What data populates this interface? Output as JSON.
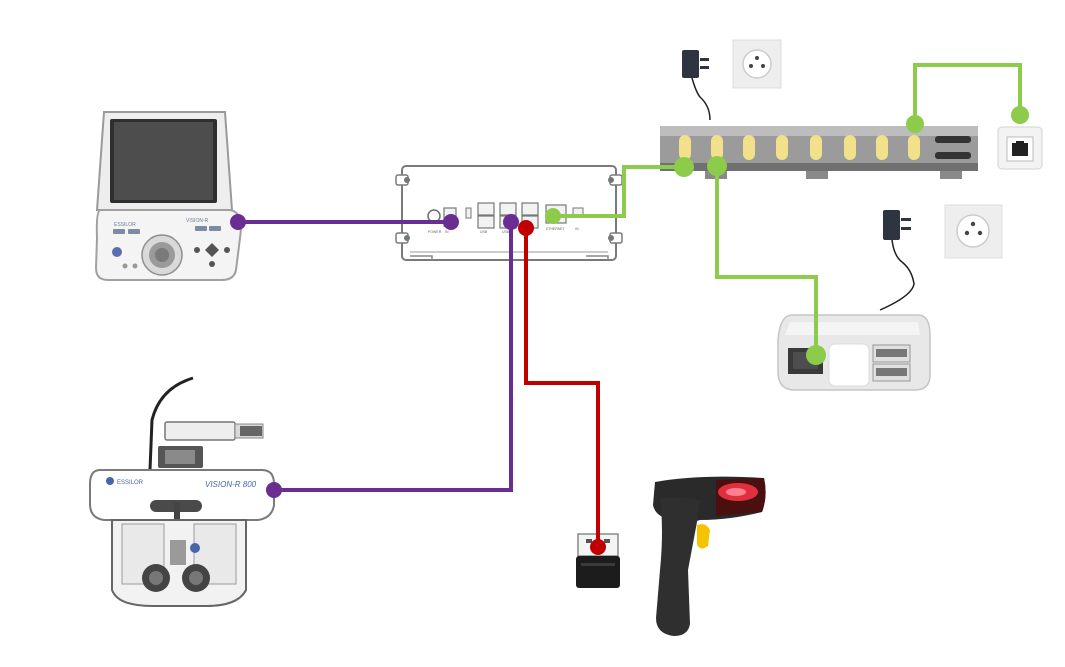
{
  "devices": {
    "control_tablet": {
      "icon": "control-tablet",
      "brand_text": "ESSILOR",
      "model_text": "VISION-R"
    },
    "hub_box": {
      "icon": "hub-box",
      "port_labels": [
        "POWER",
        "IN",
        "USB",
        "USB",
        "USB",
        "ETHERNET",
        "IN"
      ]
    },
    "network_switch": {
      "icon": "network-switch",
      "port_count": 8
    },
    "wall_ethernet": {
      "icon": "ethernet-wall-socket"
    },
    "power_adapter_switch": {
      "icon": "power-adapter"
    },
    "power_socket_switch": {
      "icon": "power-socket"
    },
    "power_adapter_mini": {
      "icon": "power-adapter"
    },
    "power_socket_mini": {
      "icon": "power-socket"
    },
    "mini_pc": {
      "icon": "mini-pc"
    },
    "phoropter": {
      "icon": "phoropter",
      "brand_text": "ESSILOR",
      "model_text": "VISION-R 800"
    },
    "usb_dongle": {
      "icon": "usb-dongle"
    },
    "barcode_scanner": {
      "icon": "barcode-scanner"
    }
  },
  "cables": {
    "purple": "#6a2d91",
    "red": "#c00000",
    "green": "#8ccc4a",
    "power": "#222222"
  }
}
